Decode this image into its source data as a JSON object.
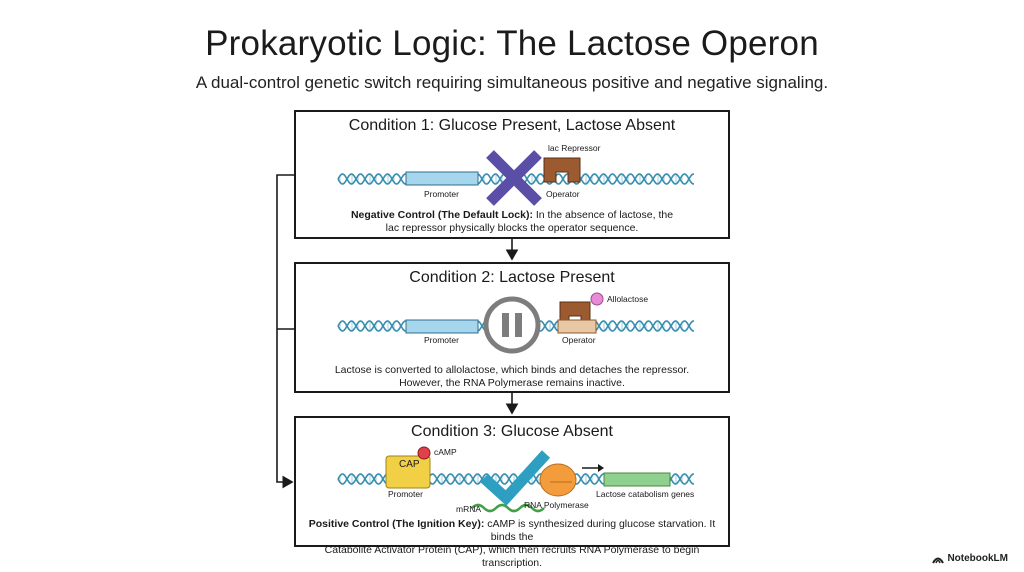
{
  "title": "Prokaryotic Logic: The Lactose Operon",
  "subtitle": "A dual-control genetic switch requiring simultaneous positive and negative signaling.",
  "panels": [
    {
      "title": "Condition 1: Glucose Present, Lactose Absent",
      "labels": {
        "promoter": "Promoter",
        "operator": "Operator",
        "repressor": "lac Repressor"
      },
      "status_icon": "cross-icon",
      "desc_bold": "Negative Control (The Default Lock):",
      "desc_rest": " In the absence of lactose, the",
      "desc_line2": "lac repressor physically blocks the operator sequence."
    },
    {
      "title": "Condition 2: Lactose Present",
      "labels": {
        "promoter": "Promoter",
        "operator": "Operator",
        "allolactose": "Allolactose"
      },
      "status_icon": "pause-icon",
      "desc_line1": "Lactose is converted to allolactose, which binds and detaches the repressor.",
      "desc_line2": "However, the RNA Polymerase remains inactive."
    },
    {
      "title": "Condition 3: Glucose Absent",
      "labels": {
        "cap": "CAP",
        "camp": "cAMP",
        "promoter": "Promoter",
        "mrna": "mRNA",
        "rna_polymerase": "RNA Polymerase",
        "genes": "Lactose catabolism genes"
      },
      "status_icon": "check-icon",
      "desc_bold": "Positive Control (The Ignition Key):",
      "desc_rest": " cAMP is synthesized during glucose starvation. It binds the",
      "desc_line2": "Catabolite Activator Protein (CAP), which then recruits RNA Polymerase to begin transcription."
    }
  ],
  "watermark": "NotebookLM",
  "colors": {
    "dna": "#3a8fb0",
    "promoter_box": "#a6d6ee",
    "repressor": "#9c5a30",
    "cross": "#5b4ea6",
    "pause": "#7d7d7d",
    "check": "#2e9fc0",
    "cap": "#f2d046",
    "camp": "#e0404a",
    "allolactose": "#e98ad6",
    "polymerase": "#f39c3c",
    "mrna": "#43a047",
    "genes": "#8fd08f"
  }
}
